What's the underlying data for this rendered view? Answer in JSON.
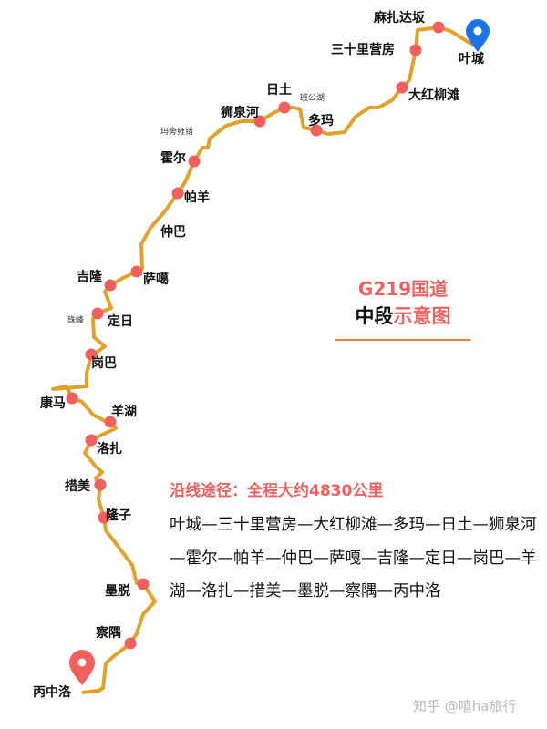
{
  "title": {
    "line1": "G219国道",
    "line2_black": "中段",
    "line2_red": "示意图"
  },
  "colors": {
    "route": "#e2a22a",
    "stop": "#f25f5c",
    "start_pin": "#1a73e8",
    "end_pin": "#f25f5c",
    "accent": "#f25f5c"
  },
  "start": "叶城",
  "end": "丙中洛",
  "stops": [
    "麻扎达坂",
    "三十里营房",
    "大红柳滩",
    "多玛",
    "日土",
    "狮泉河",
    "霍尔",
    "帕羊",
    "仲巴",
    "萨噶",
    "吉隆",
    "定日",
    "岗巴",
    "康马",
    "羊湖",
    "洛扎",
    "措美",
    "隆子",
    "墨脱",
    "察隅"
  ],
  "landmarks": [
    "班公湖",
    "玛旁雍错",
    "珠峰"
  ],
  "route_info": {
    "heading": "沿线途径：全程大约4830公里",
    "path": "叶城—三十里营房—大红柳滩—多玛—日土—狮泉河—霍尔—帕羊—仲巴—萨嘎—吉隆—定日—岗巴—羊湖—洛扎—措美—墨脱—察隅—丙中洛"
  },
  "watermark": "知乎 @嘻ha旅行"
}
